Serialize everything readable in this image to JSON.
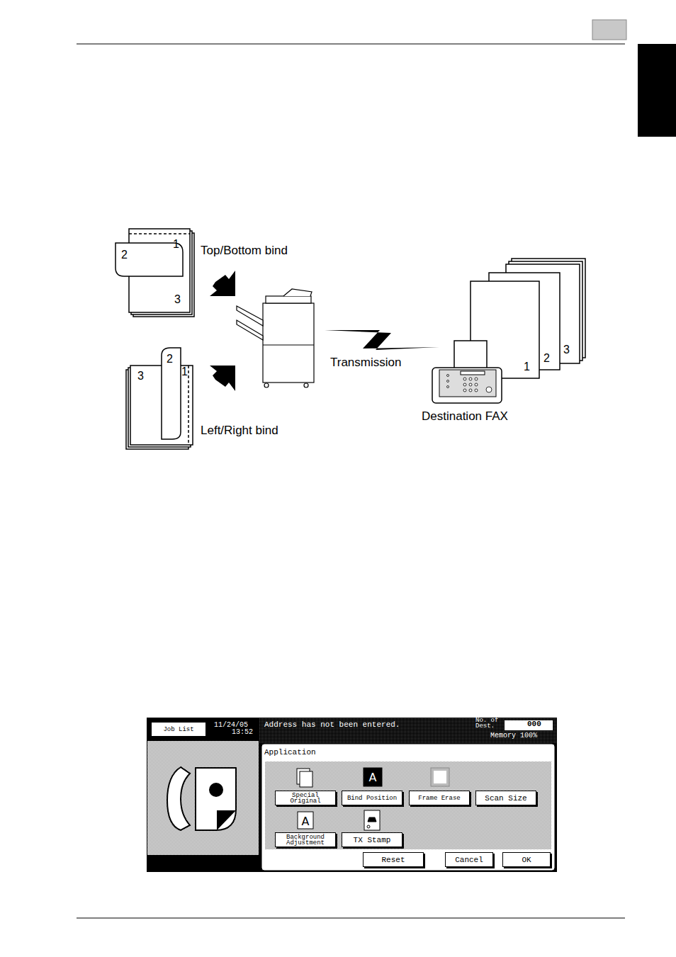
{
  "diagram": {
    "nodes": [
      {
        "text": [
          "Job List"
        ]
      },
      {
        "text": [
          "Application"
        ]
      },
      {
        "text": [
          "Special Original"
        ],
        "in": 1
      },
      {
        "text": [
          "Bind Position"
        ],
        "in": 1
      },
      {
        "text": [
          "Frame Erase"
        ],
        "in": 1
      },
      {
        "text": [
          "Scan Size"
        ],
        "in": 1
      },
      {
        "text": [
          "Background Adjustment"
        ],
        "in": 1
      },
      {
        "text": [
          "TX Stamp"
        ],
        "in": 1
      },
      {
        "text": [
          "Reset"
        ],
        "in": 1
      },
      {
        "text": [
          "Cancel"
        ],
        "in": 1
      },
      {
        "text": [
          "OK"
        ],
        "in": 1
      }
    ],
    "labels": [
      "1",
      "2",
      "3",
      "Top/Bottom bind",
      "3",
      "2",
      "1",
      "Left/Right bind",
      "Transmission",
      "1",
      "2",
      "3",
      "Destination FAX",
      "11/24/05",
      "13:52",
      "Address has not been entered.",
      "No. of Dest.",
      "000",
      "Memory 100%"
    ]
  }
}
